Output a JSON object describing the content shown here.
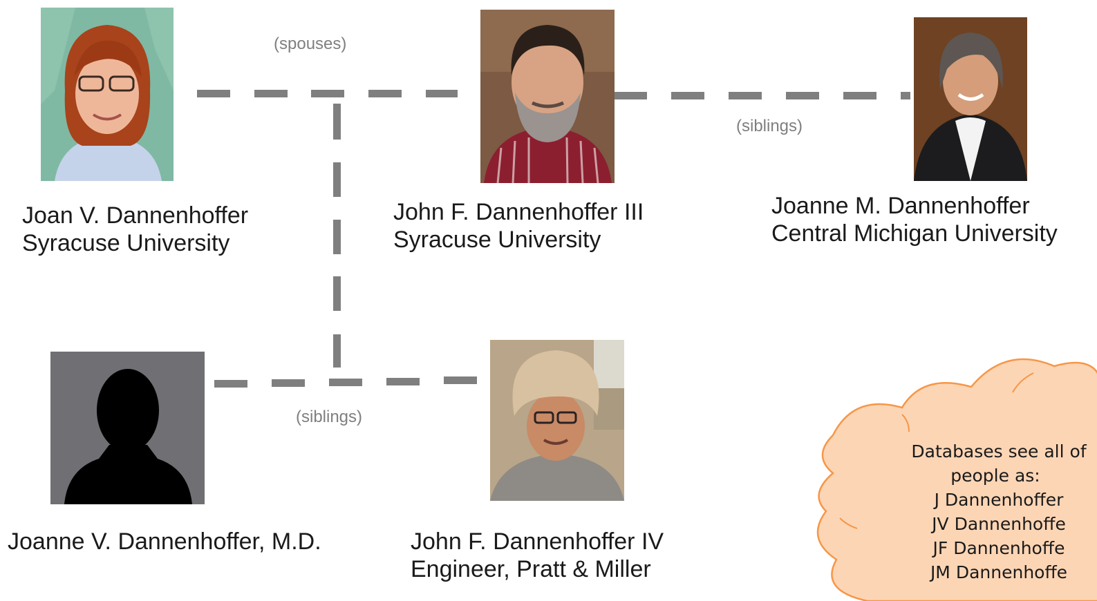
{
  "relations": {
    "spouses": "(spouses)",
    "siblings_top": "(siblings)",
    "siblings_bottom": "(siblings)"
  },
  "people": [
    {
      "id": "joan",
      "name": "Joan V. Dannenhoffer",
      "affiliation": "Syracuse University"
    },
    {
      "id": "john3",
      "name": "John F. Dannenhoffer III",
      "affiliation": "Syracuse University"
    },
    {
      "id": "joanne-m",
      "name": "Joanne M. Dannenhoffer",
      "affiliation": "Central Michigan University"
    },
    {
      "id": "joanne-v",
      "name": "Joanne V. Dannenhoffer, M.D.",
      "affiliation": ""
    },
    {
      "id": "john4",
      "name": "John F. Dannenhoffer IV",
      "affiliation": "Engineer, Pratt & Miller"
    }
  ],
  "callout": {
    "lines": [
      "Databases see all of",
      "people as:",
      "J Dannenhoffer",
      "JV Dannenhoffe",
      "JF Dannenhoffe",
      "JM Dannenhoffe"
    ]
  },
  "colors": {
    "connector": "#7f7f7f",
    "relation_text": "#7f7f7f",
    "cloud_fill": "#fcd5b5",
    "cloud_stroke": "#f79646"
  }
}
